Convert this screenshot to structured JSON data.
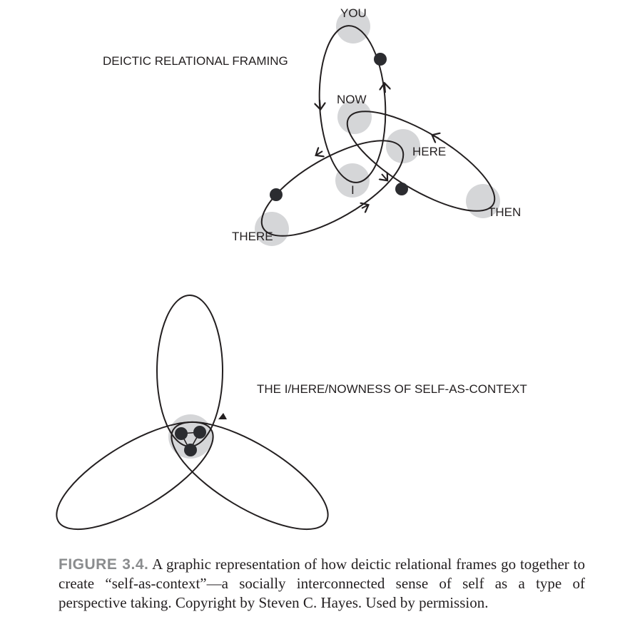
{
  "top_diagram": {
    "title": "DEICTIC RELATIONAL FRAMING",
    "nodes": {
      "you": "YOU",
      "now": "NOW",
      "here": "HERE",
      "i": "I",
      "then": "THEN",
      "there": "THERE"
    }
  },
  "bottom_diagram": {
    "title": "THE I/HERE/NOWNESS OF SELF-AS-CONTEXT"
  },
  "caption": {
    "figure_label": "FIGURE 3.4.",
    "text": "A graphic representation of how deictic relational frames go together to create “self-as-context”—a socially interconnected sense of self as a type of perspective taking. Copyright by Steven C. Hayes. Used by permission."
  },
  "colors": {
    "ink": "#231f20",
    "node_fill": "#d5d6d8",
    "caption_label": "#8a8c8e"
  }
}
